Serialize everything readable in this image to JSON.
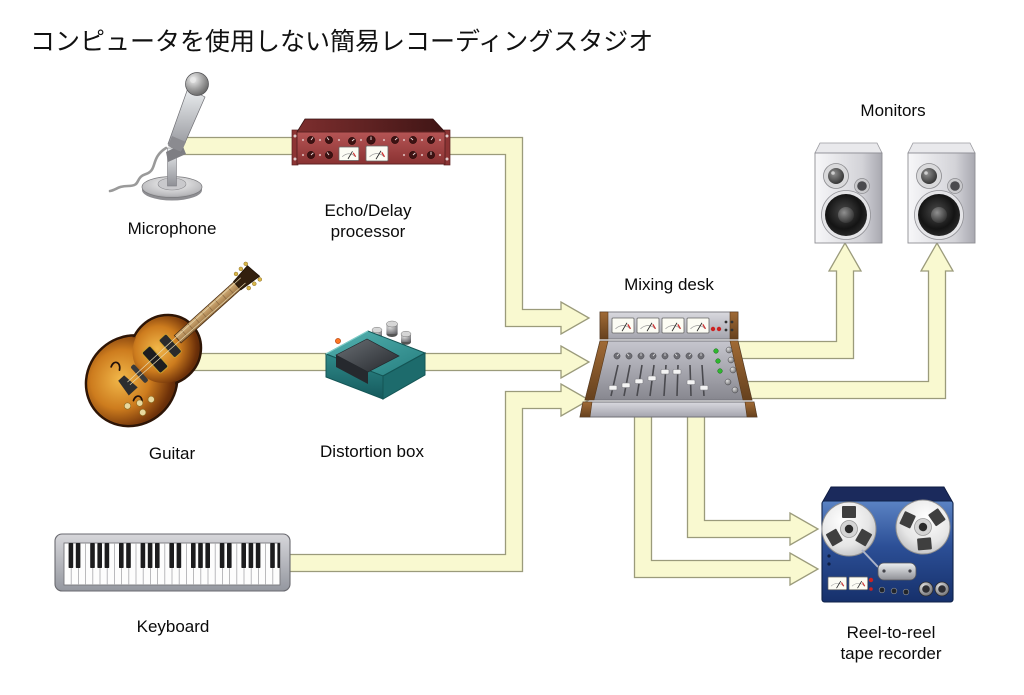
{
  "title": "コンピュータを使用しない簡易レコーディングスタジオ",
  "nodes": {
    "microphone": {
      "label": "Microphone"
    },
    "echo_delay": {
      "label_line1": "Echo/Delay",
      "label_line2": "processor"
    },
    "guitar": {
      "label": "Guitar"
    },
    "distortion": {
      "label": "Distortion box"
    },
    "keyboard": {
      "label": "Keyboard"
    },
    "mixing_desk": {
      "label": "Mixing desk"
    },
    "monitors": {
      "label": "Monitors"
    },
    "tape_recorder": {
      "label_line1": "Reel-to-reel",
      "label_line2": "tape recorder"
    }
  },
  "connections": [
    {
      "from": "Microphone",
      "via": "Echo/Delay processor",
      "to": "Mixing desk"
    },
    {
      "from": "Guitar",
      "via": "Distortion box",
      "to": "Mixing desk"
    },
    {
      "from": "Keyboard",
      "to": "Mixing desk"
    },
    {
      "from": "Mixing desk",
      "to": "Monitor left"
    },
    {
      "from": "Mixing desk",
      "to": "Monitor right"
    },
    {
      "from": "Mixing desk",
      "to": "Reel-to-reel tape recorder",
      "line": 1
    },
    {
      "from": "Mixing desk",
      "to": "Reel-to-reel tape recorder",
      "line": 2
    }
  ],
  "colors": {
    "background": "#FFFFFF",
    "connector_fill": "#F9F9D0",
    "connector_stroke": "#9B9B7B",
    "echo_delay_accent": "#A04545",
    "distortion_accent": "#2E8F8F",
    "tape_recorder_accent": "#2C4F96",
    "led_green": "#2EB82E",
    "led_red": "#CC2222",
    "wood": "#8B5A2B"
  }
}
